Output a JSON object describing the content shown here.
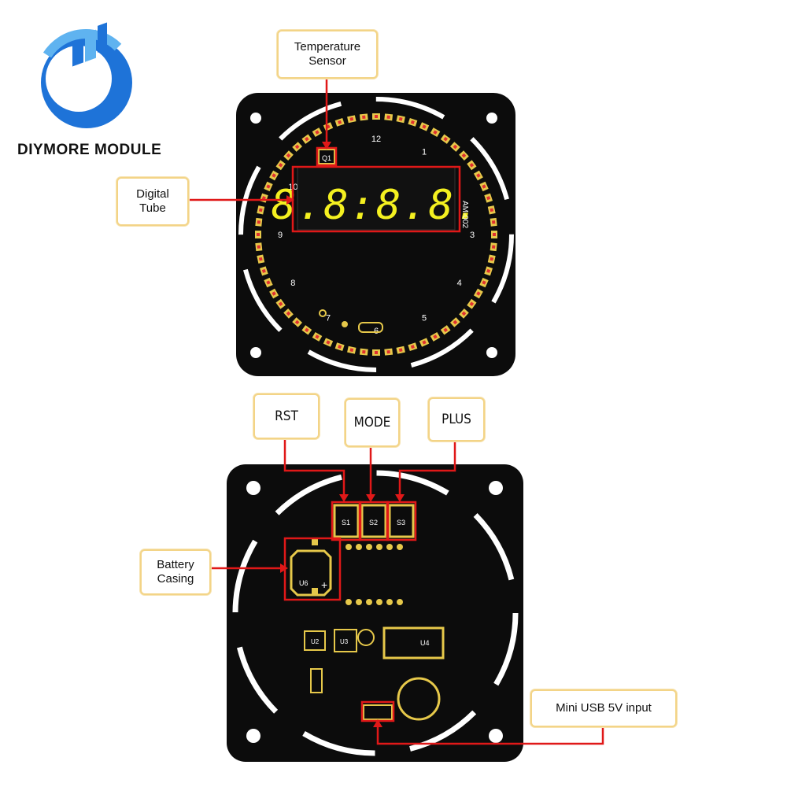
{
  "brand": {
    "name": "DIYMORE MODULE",
    "logo_icon": "diymore-logo-icon",
    "colors": {
      "blue": "#1e73d8",
      "light_blue": "#5fb3f0"
    }
  },
  "front_board": {
    "clock_numbers": [
      "12",
      "1",
      "3",
      "4",
      "5",
      "6",
      "7",
      "8",
      "9",
      "10"
    ],
    "display_digits": "8.8:8.8.",
    "silk_model": "AM-002",
    "sensor_mark": "Q1"
  },
  "back_board": {
    "switch_labels": [
      "S1",
      "S2",
      "S3"
    ],
    "battery_mark": "U6",
    "battery_plus": "+",
    "chip_labels": [
      "U4",
      "U2",
      "U3"
    ]
  },
  "callouts": {
    "temperature_sensor": "Temperature Sensor",
    "digital_tube": "Digital Tube",
    "rst": "RST",
    "mode": "MODE",
    "plus": "PLUS",
    "battery_casing": "Battery Casing",
    "mini_usb": "Mini USB 5V input"
  },
  "colors": {
    "board": "#0c0c0c",
    "silkscreen": "#ffffff",
    "pads": "#e6c84a",
    "leds": "#e03030",
    "arrows": "#e01818",
    "display": "#f4f020",
    "callout_border": "#f3d487"
  }
}
